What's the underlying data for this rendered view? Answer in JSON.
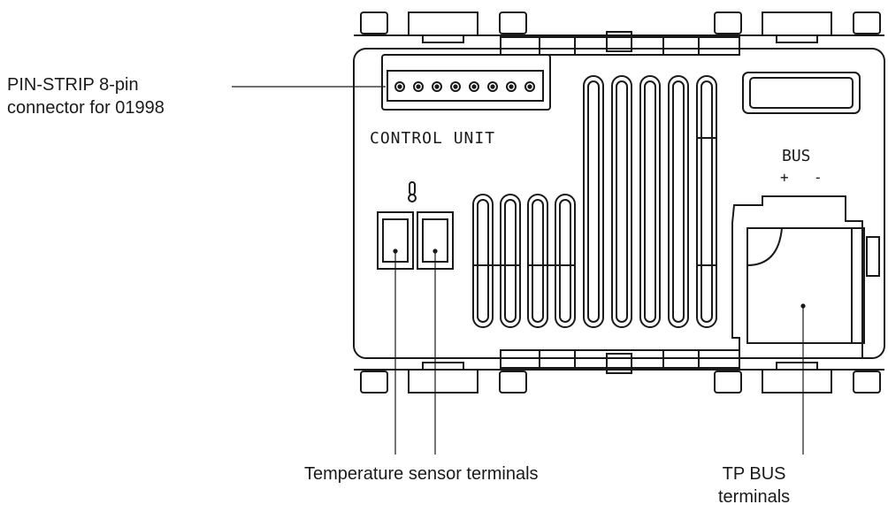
{
  "callouts": {
    "pin_strip": [
      "PIN-STRIP 8-pin",
      "connector for 01998"
    ],
    "temp_sensor": "Temperature sensor terminals",
    "tp_bus": [
      "TP BUS",
      "terminals"
    ]
  },
  "device": {
    "control_unit_label": "CONTROL UNIT",
    "bus_label": "BUS",
    "bus_plus": "+",
    "bus_minus": "-",
    "pin_count": 8
  },
  "colors": {
    "line": "#1a1a1a",
    "background": "#ffffff"
  }
}
